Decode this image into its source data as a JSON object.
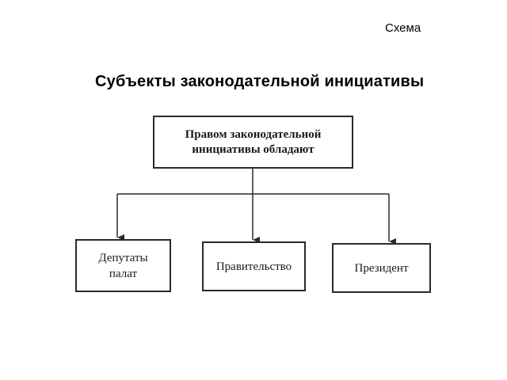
{
  "header": {
    "corner_label": "Схема",
    "title": "Субъекты законодательной инициативы"
  },
  "diagram": {
    "root": "Правом законодательной инициативы обладают",
    "children": [
      "Депутаты палат",
      "Правительство",
      "Президент"
    ]
  }
}
